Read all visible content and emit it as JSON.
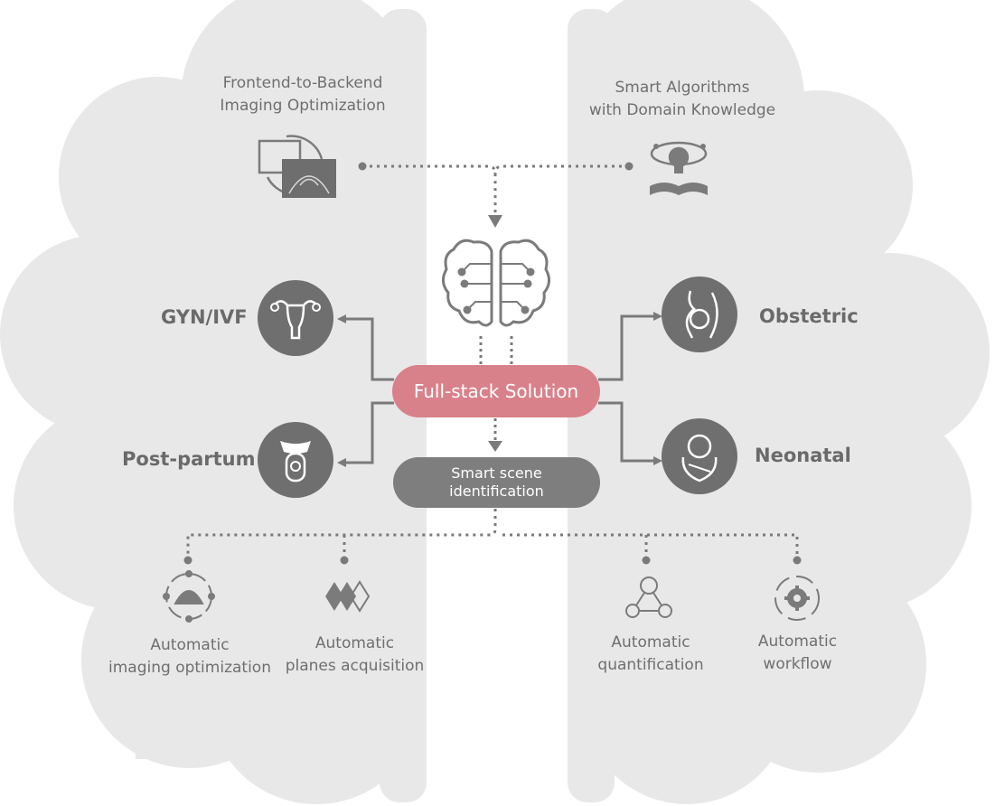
{
  "top": {
    "left_label": [
      "Frontend-to-Backend",
      "Imaging Optimization"
    ],
    "right_label": [
      "Smart Algorithms",
      "with Domain Knowledge"
    ]
  },
  "center": {
    "main_label": "Full-stack Solution",
    "scene_label": [
      "Smart scene",
      "identification"
    ]
  },
  "sides": {
    "gyn": "GYN/IVF",
    "postpartum": "Post-partum",
    "obstetric": "Obstetric",
    "neonatal": "Neonatal"
  },
  "bottom": {
    "imaging": [
      "Automatic",
      "imaging optimization"
    ],
    "planes": [
      "Automatic",
      "planes acquisition"
    ],
    "quant": [
      "Automatic",
      "quantification"
    ],
    "workflow": [
      "Automatic",
      "workflow"
    ]
  },
  "icons": {
    "imaging_optimization": "ultrasound-screens-icon",
    "algorithms": "lightbulb-book-icon",
    "brain": "circuit-brain-icon",
    "gyn": "uterus-icon",
    "postpartum": "pelvic-probe-icon",
    "obstetric": "pregnancy-icon",
    "neonatal": "baby-icon",
    "auto_imaging": "ultrasound-cycle-icon",
    "auto_planes": "planes-icon",
    "auto_quant": "network-nodes-icon",
    "auto_workflow": "gear-cycle-icon"
  },
  "colors": {
    "cloud": "#e8e8e8",
    "icon": "#7b7b7b",
    "circle": "#6f6f6f",
    "accent_pill": "#d9818a",
    "scene_pill": "#7e7e7e",
    "connector": "#7a7a7a"
  }
}
